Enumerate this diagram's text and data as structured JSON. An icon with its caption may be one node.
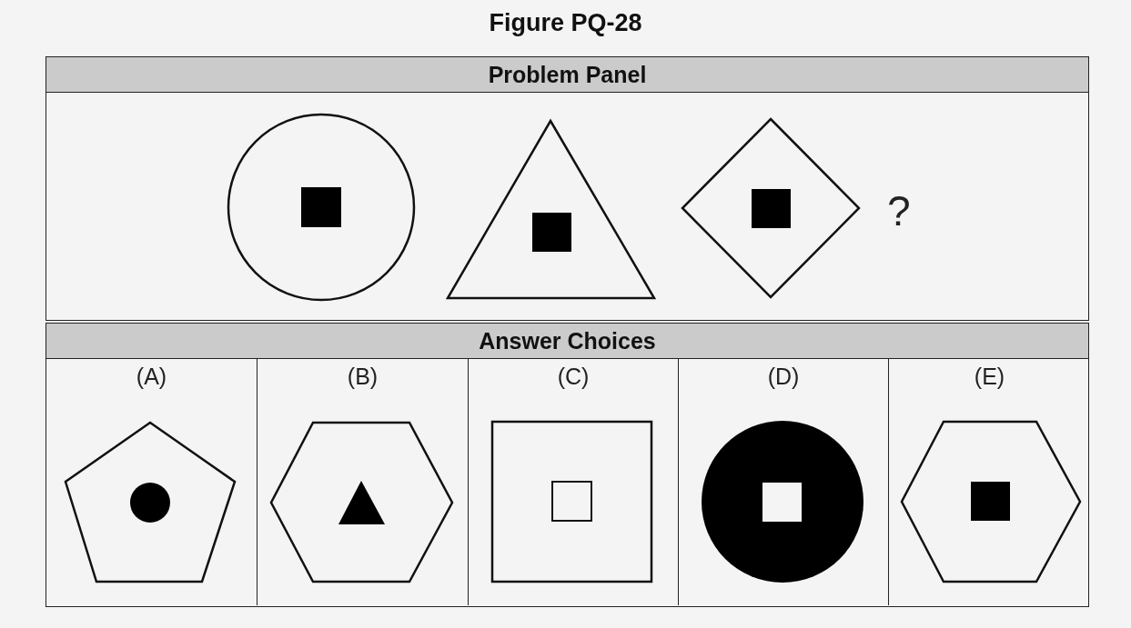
{
  "diagram": {
    "title": "Figure PQ-28",
    "nodes": [
      {
        "text": [
          "Problem Panel"
        ]
      },
      {
        "text": [
          "Answer Choices"
        ]
      },
      {
        "text": [
          "(A)"
        ],
        "in": 1
      },
      {
        "text": [
          "(B)"
        ],
        "in": 1
      },
      {
        "text": [
          "(C)"
        ],
        "in": 1
      },
      {
        "text": [
          "(D)"
        ],
        "in": 1
      },
      {
        "text": [
          "(E)"
        ],
        "in": 1
      }
    ],
    "labels": [
      "?"
    ]
  }
}
